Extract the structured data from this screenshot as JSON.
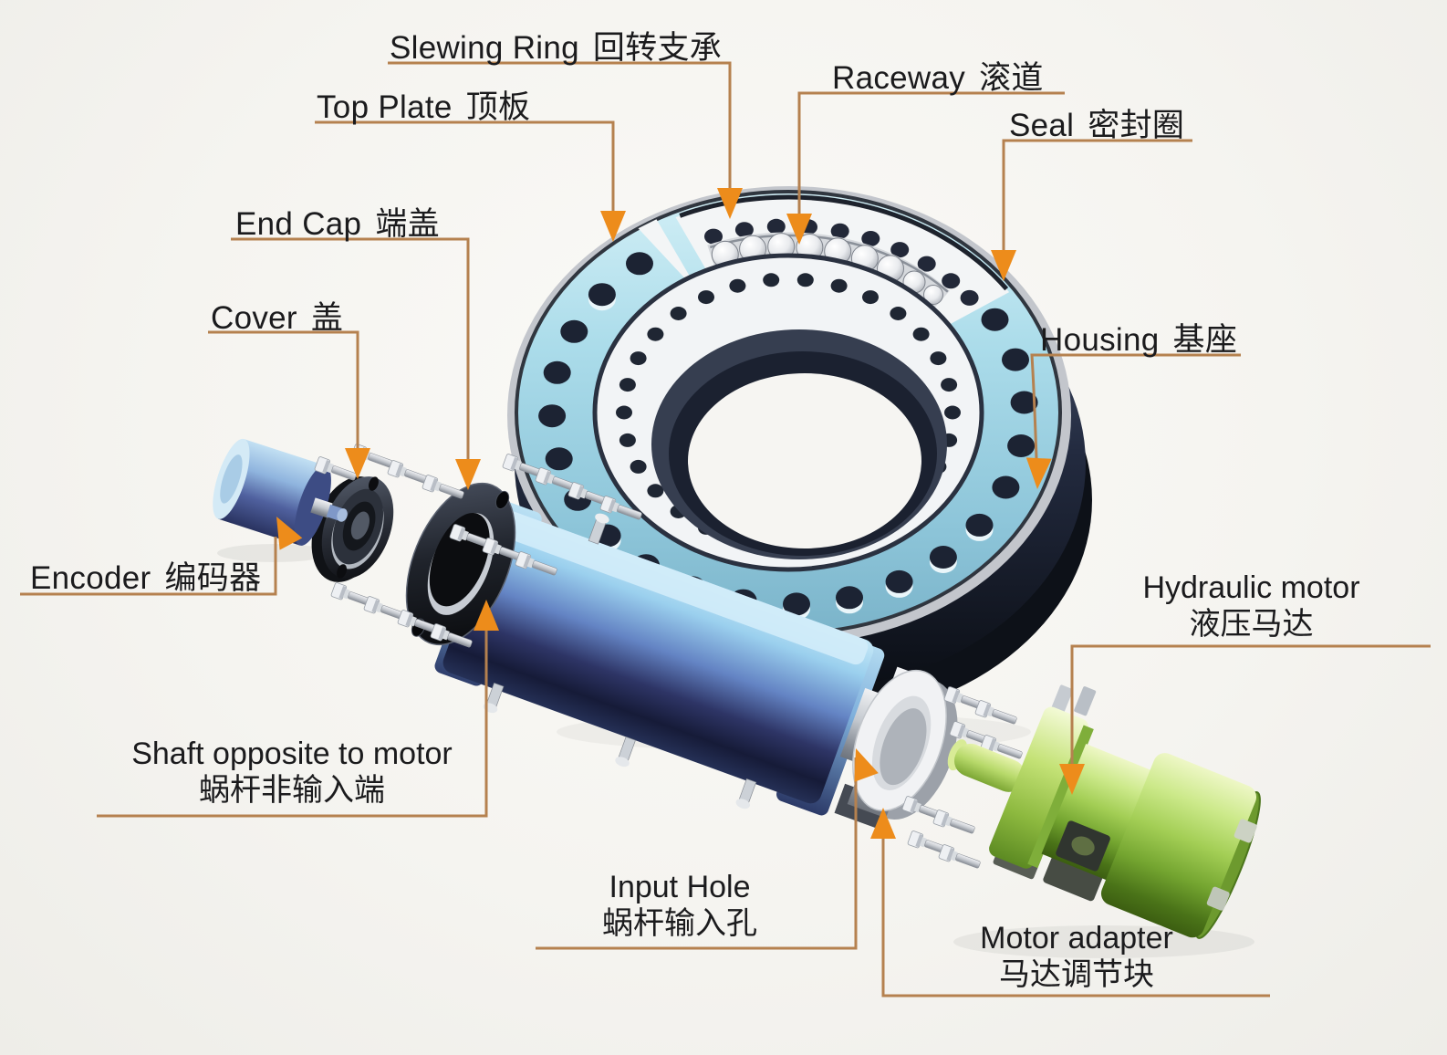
{
  "labels": {
    "slewing_ring": {
      "en": "Slewing Ring",
      "zh": "回转支承"
    },
    "top_plate": {
      "en": "Top Plate",
      "zh": "顶板"
    },
    "raceway": {
      "en": "Raceway",
      "zh": "滚道"
    },
    "seal": {
      "en": "Seal",
      "zh": "密封圈"
    },
    "housing": {
      "en": "Housing",
      "zh": "基座"
    },
    "end_cap": {
      "en": "End Cap",
      "zh": "端盖"
    },
    "cover": {
      "en": "Cover",
      "zh": "盖"
    },
    "encoder": {
      "en": "Encoder",
      "zh": "编码器"
    },
    "shaft_opposite_to_motor": {
      "en": "Shaft opposite to motor",
      "zh": "蜗杆非输入端"
    },
    "input_hole": {
      "en": "Input Hole",
      "zh": "蜗杆输入孔"
    },
    "motor_adapter": {
      "en": "Motor adapter",
      "zh": "马达调节块"
    },
    "hydraulic_motor": {
      "en": "Hydraulic motor",
      "zh": "液压马达"
    }
  },
  "colors": {
    "background": "#f5f4f0",
    "label_text": "#1b1b1d",
    "leader_line": "#b5814f",
    "arrow": "#ed8c1b",
    "top_plate_blue": "#a9d8e8",
    "worm_housing_blue": "#6f93cf",
    "hydraulic_motor_green": "#9cc94e",
    "housing_dark_navy": "#1b2233",
    "metal_silver": "#c9ccd2",
    "raceway_white": "#f3f5f6"
  }
}
